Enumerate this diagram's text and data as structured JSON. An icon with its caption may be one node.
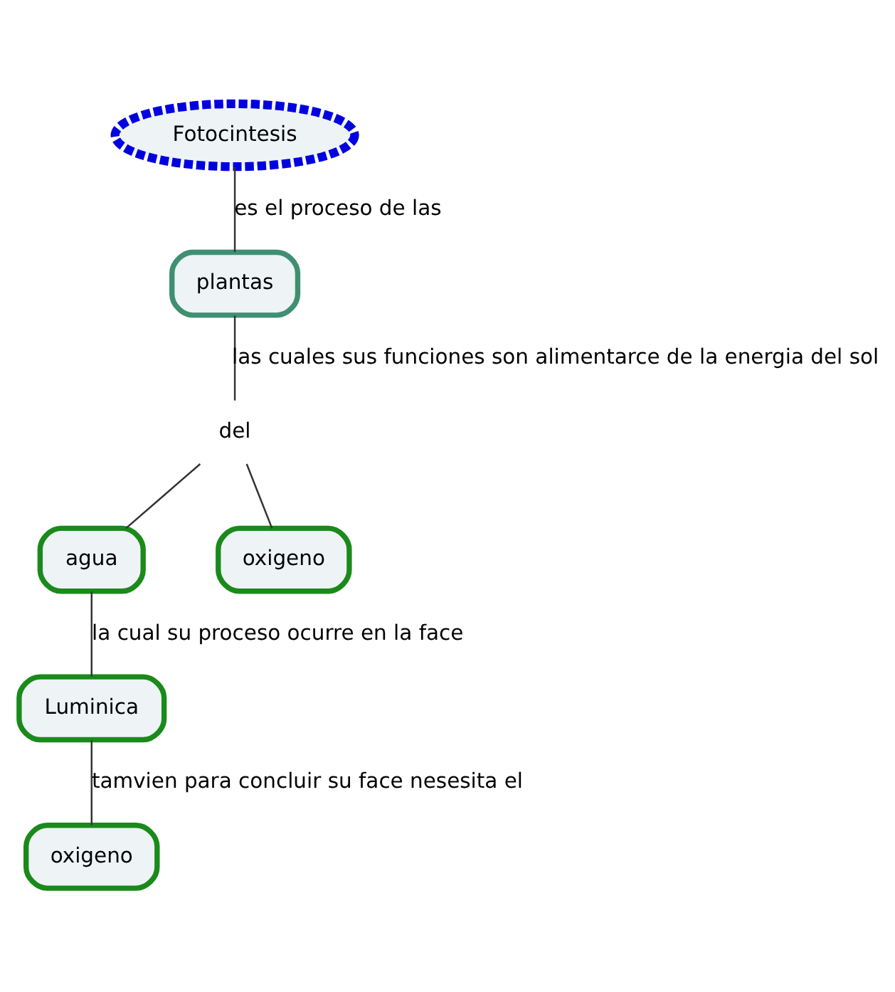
{
  "diagram": {
    "nodes": [
      {
        "text": [
          "Fotocintesis"
        ]
      },
      {
        "text": [
          "plantas"
        ]
      },
      {
        "text": [
          "del"
        ]
      },
      {
        "text": [
          "agua"
        ]
      },
      {
        "text": [
          "oxigeno"
        ]
      },
      {
        "text": [
          "Luminica"
        ]
      },
      {
        "text": [
          "oxigeno"
        ]
      }
    ],
    "edges": [
      {
        "from": 0,
        "to": 1,
        "arrow": "none",
        "label": "es el proceso de las"
      },
      {
        "from": 1,
        "to": 2,
        "arrow": "none",
        "label": "las cuales sus funciones son alimentarce de la energia del sol"
      },
      {
        "from": 2,
        "to": 3,
        "arrow": "none"
      },
      {
        "from": 2,
        "to": 4,
        "arrow": "none"
      },
      {
        "from": 3,
        "to": 5,
        "arrow": "none",
        "label": "la cual su proceso ocurre en la face"
      },
      {
        "from": 5,
        "to": 6,
        "arrow": "none",
        "label": "tamvien para concluir su face nesesita el"
      }
    ]
  }
}
